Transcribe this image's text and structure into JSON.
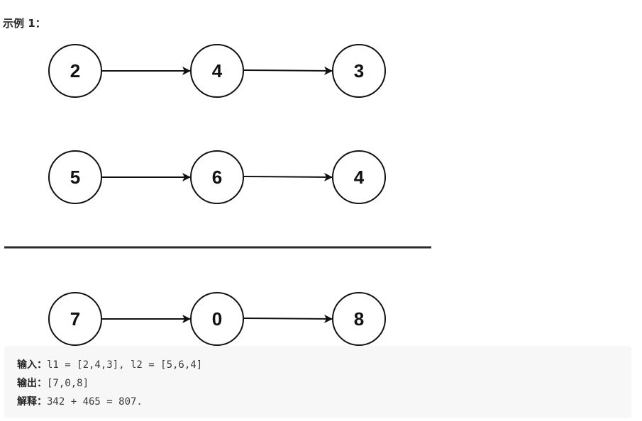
{
  "example": {
    "heading": "示例 1："
  },
  "diagram": {
    "rows": [
      {
        "nodes": [
          "2",
          "4",
          "3"
        ]
      },
      {
        "nodes": [
          "5",
          "6",
          "4"
        ]
      },
      {
        "nodes": [
          "7",
          "0",
          "8"
        ]
      }
    ]
  },
  "code": {
    "input_label": "输入：",
    "input_value": "l1 = [2,4,3], l2 = [5,6,4]",
    "output_label": "输出：",
    "output_value": "[7,0,8]",
    "explain_label": "解释：",
    "explain_value": "342 + 465 = 807."
  }
}
